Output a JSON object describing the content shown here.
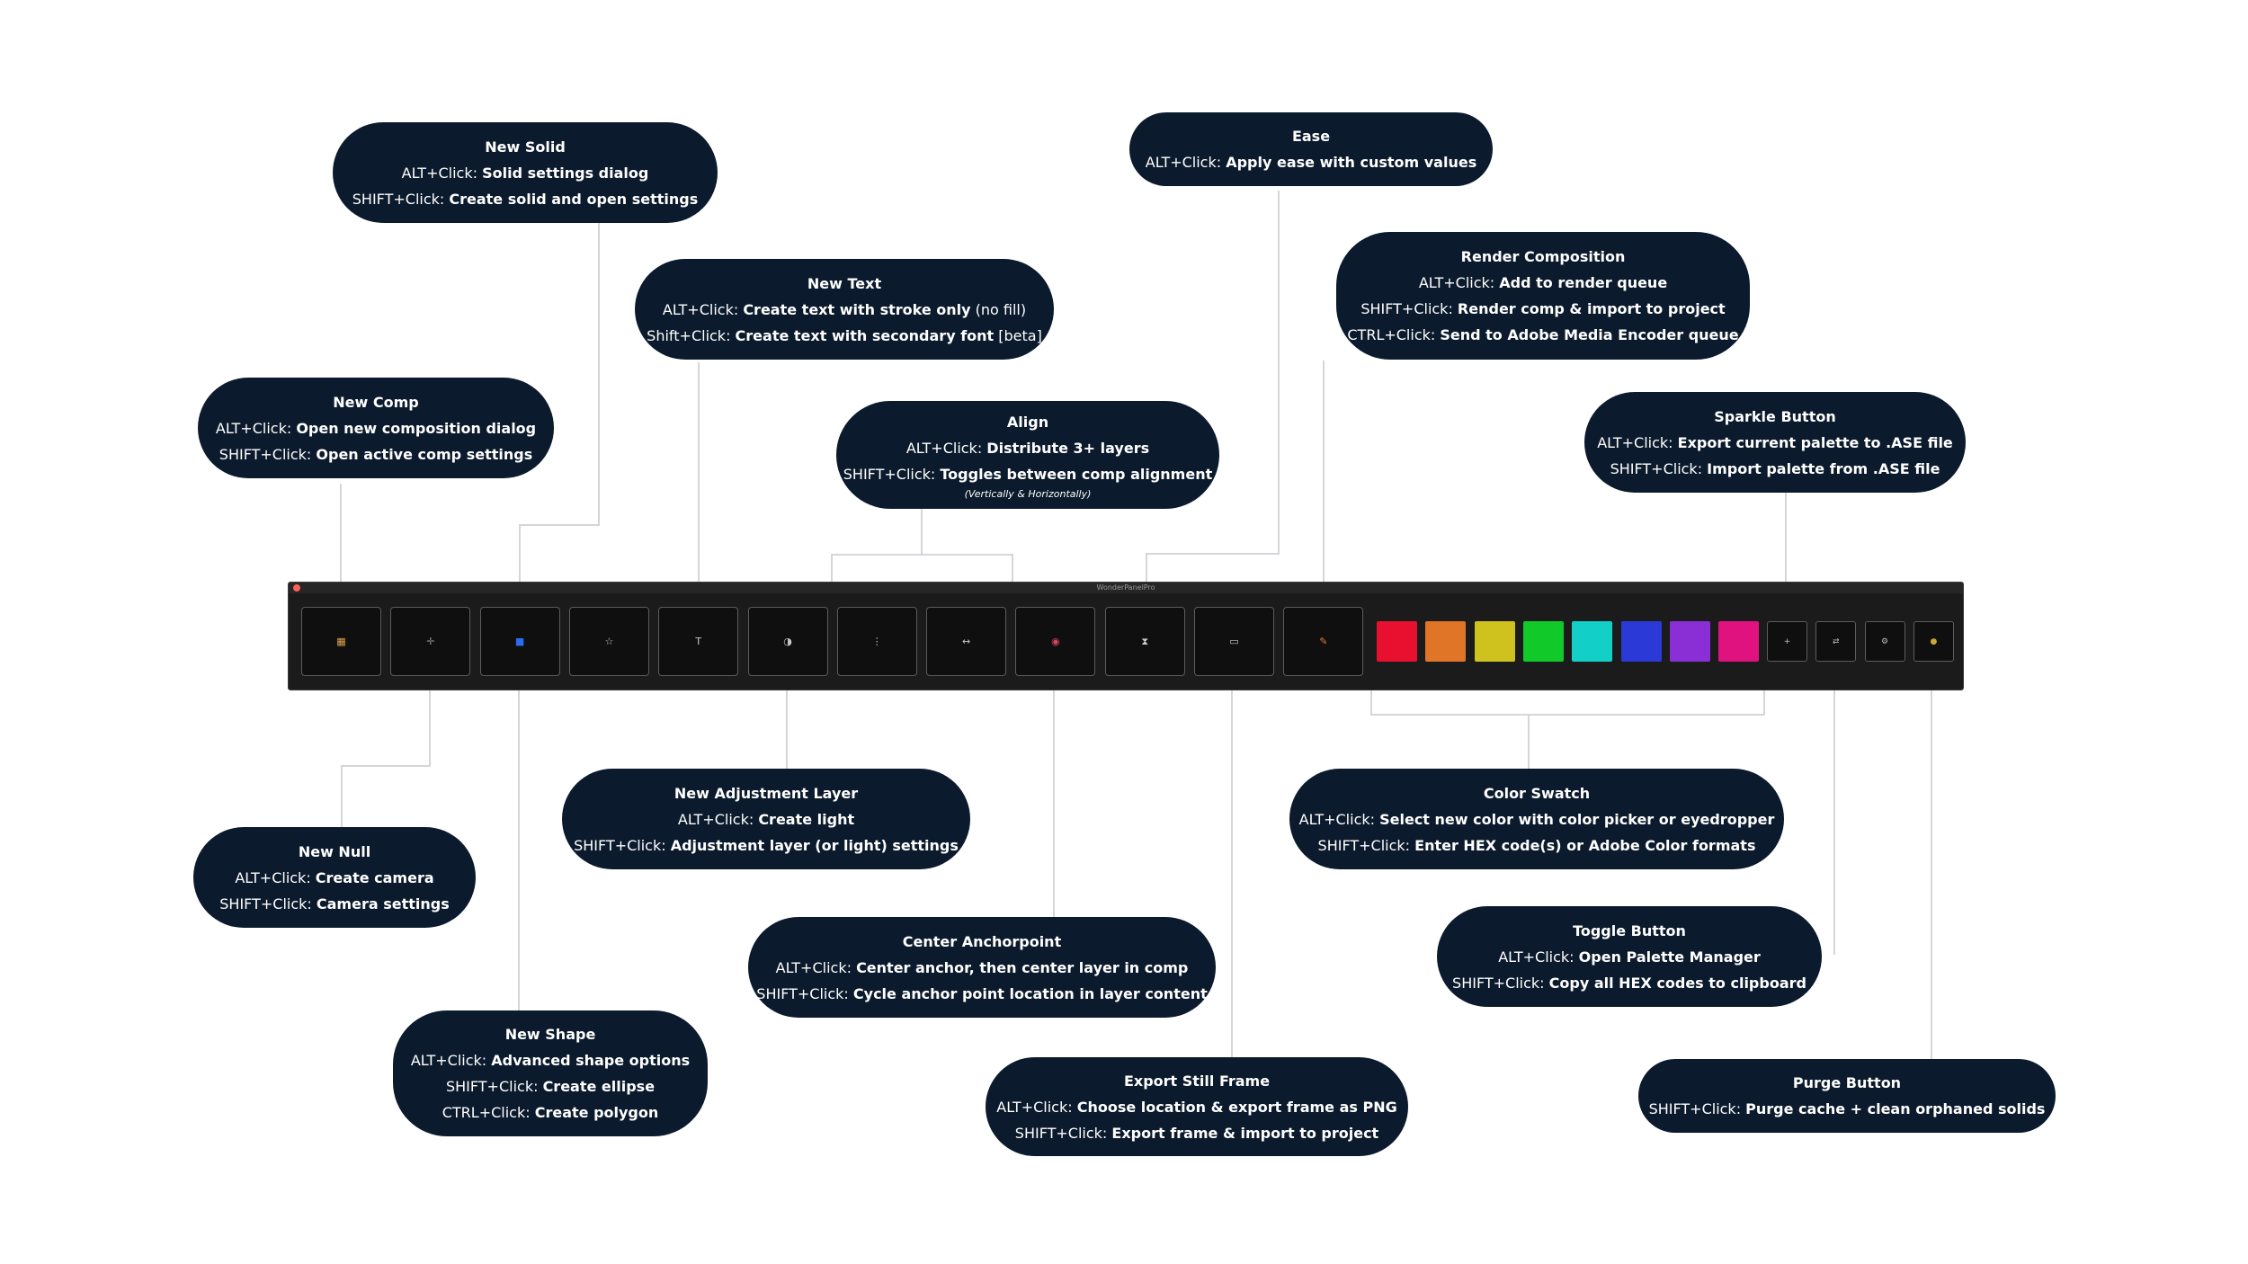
{
  "panel": {
    "title": "WonderPanelPro",
    "tools": [
      {
        "id": "new-comp",
        "icon": "comp-icon",
        "glyph": "▦",
        "color": "#e0a74a"
      },
      {
        "id": "new-null",
        "icon": "null-icon",
        "glyph": "✛",
        "color": "#8a8a8a"
      },
      {
        "id": "new-solid",
        "icon": "solid-icon",
        "glyph": "■",
        "color": "#2a6bf0"
      },
      {
        "id": "new-shape",
        "icon": "star-icon",
        "glyph": "☆",
        "color": "#c9c9c9"
      },
      {
        "id": "new-text",
        "icon": "text-icon",
        "glyph": "T",
        "color": "#c9c9c9"
      },
      {
        "id": "new-adjustment",
        "icon": "adjustment-icon",
        "glyph": "◑",
        "color": "#c9c9c9"
      },
      {
        "id": "align",
        "icon": "align-icon",
        "glyph": "⋮",
        "color": "#c9c9c9"
      },
      {
        "id": "ease",
        "icon": "ease-icon",
        "glyph": "↔",
        "color": "#c9c9c9"
      },
      {
        "id": "center-anchor",
        "icon": "anchor-icon",
        "glyph": "◉",
        "color": "#d6455a"
      },
      {
        "id": "render",
        "icon": "render-icon",
        "glyph": "⧗",
        "color": "#c9c9c9"
      },
      {
        "id": "export-still",
        "icon": "export-frame-icon",
        "glyph": "▭",
        "color": "#c9c9c9"
      },
      {
        "id": "sparkle",
        "icon": "sparkle-wand-icon",
        "glyph": "✎",
        "color": "#e07b39"
      }
    ],
    "swatches": [
      "#e8102e",
      "#e07427",
      "#cfc21e",
      "#12c92a",
      "#12cfc8",
      "#2b39d6",
      "#8a2fd6",
      "#e0127f"
    ],
    "small_buttons": [
      {
        "id": "toggle-left",
        "icon": "plus-icon",
        "glyph": "+"
      },
      {
        "id": "toggle",
        "icon": "toggle-icon",
        "glyph": "⇄"
      },
      {
        "id": "settings",
        "icon": "gear-icon",
        "glyph": "⚙"
      },
      {
        "id": "purge",
        "icon": "purge-icon",
        "glyph": "●"
      }
    ]
  },
  "callouts": {
    "new_solid": {
      "title": "New Solid",
      "lines": [
        {
          "prefix": "ALT+Click: ",
          "bold": "Solid settings dialog",
          "suffix": ""
        },
        {
          "prefix": "SHIFT+Click: ",
          "bold": "Create solid and open settings",
          "suffix": ""
        }
      ]
    },
    "ease": {
      "title": "Ease",
      "lines": [
        {
          "prefix": "ALT+Click: ",
          "bold": "Apply ease with custom values",
          "suffix": ""
        }
      ]
    },
    "new_text": {
      "title": "New Text",
      "lines": [
        {
          "prefix": "ALT+Click: ",
          "bold": "Create text with stroke only",
          "suffix": " (no fill)"
        },
        {
          "prefix": "Shift+Click: ",
          "bold": "Create text with secondary font",
          "suffix": " [beta]"
        }
      ]
    },
    "render": {
      "title": "Render Composition",
      "lines": [
        {
          "prefix": "ALT+Click: ",
          "bold": "Add to render queue",
          "suffix": ""
        },
        {
          "prefix": "SHIFT+Click: ",
          "bold": "Render comp & import to project",
          "suffix": ""
        },
        {
          "prefix": "CTRL+Click: ",
          "bold": "Send to Adobe Media Encoder queue",
          "suffix": ""
        }
      ]
    },
    "new_comp": {
      "title": "New Comp",
      "lines": [
        {
          "prefix": "ALT+Click:  ",
          "bold": "Open new composition dialog",
          "suffix": ""
        },
        {
          "prefix": "SHIFT+Click:  ",
          "bold": "Open active comp settings",
          "suffix": ""
        }
      ]
    },
    "align": {
      "title": "Align",
      "note": "(Vertically & Horizontally)",
      "lines": [
        {
          "prefix": "ALT+Click: ",
          "bold": "Distribute 3+ layers",
          "suffix": ""
        },
        {
          "prefix": "SHIFT+Click: ",
          "bold": "Toggles between comp alignment",
          "suffix": ""
        }
      ]
    },
    "sparkle": {
      "title": "Sparkle Button",
      "lines": [
        {
          "prefix": "ALT+Click: ",
          "bold": "Export current palette to .ASE file",
          "suffix": ""
        },
        {
          "prefix": "SHIFT+Click: ",
          "bold": "Import palette from .ASE file",
          "suffix": ""
        }
      ]
    },
    "new_adjustment": {
      "title": "New Adjustment Layer",
      "lines": [
        {
          "prefix": "ALT+Click: ",
          "bold": "Create light",
          "suffix": ""
        },
        {
          "prefix": "SHIFT+Click: ",
          "bold": "Adjustment layer (or light) settings",
          "suffix": ""
        }
      ]
    },
    "color_swatch": {
      "title": "Color Swatch",
      "lines": [
        {
          "prefix": "ALT+Click: ",
          "bold": "Select new color with color picker or eyedropper",
          "suffix": ""
        },
        {
          "prefix": "SHIFT+Click: ",
          "bold": "Enter HEX code(s) or Adobe Color formats",
          "suffix": ""
        }
      ]
    },
    "new_null": {
      "title": "New Null",
      "lines": [
        {
          "prefix": "ALT+Click: ",
          "bold": "Create camera",
          "suffix": ""
        },
        {
          "prefix": "SHIFT+Click: ",
          "bold": "Camera settings",
          "suffix": ""
        }
      ]
    },
    "toggle": {
      "title": "Toggle Button",
      "lines": [
        {
          "prefix": "ALT+Click: ",
          "bold": "Open Palette Manager",
          "suffix": ""
        },
        {
          "prefix": "SHIFT+Click: ",
          "bold": "Copy all HEX codes to clipboard",
          "suffix": ""
        }
      ]
    },
    "center_anchor": {
      "title": "Center Anchorpoint",
      "lines": [
        {
          "prefix": "ALT+Click: ",
          "bold": "Center anchor, then center layer in comp",
          "suffix": ""
        },
        {
          "prefix": "SHIFT+Click: ",
          "bold": "Cycle anchor point location in layer content",
          "suffix": ""
        }
      ]
    },
    "new_shape": {
      "title": "New Shape",
      "lines": [
        {
          "prefix": "ALT+Click: ",
          "bold": "Advanced shape options",
          "suffix": ""
        },
        {
          "prefix": "SHIFT+Click: ",
          "bold": "Create ellipse",
          "suffix": ""
        },
        {
          "prefix": "CTRL+Click: ",
          "bold": "Create polygon",
          "suffix": ""
        }
      ]
    },
    "export_still": {
      "title": "Export Still Frame",
      "lines": [
        {
          "prefix": "ALT+Click: ",
          "bold": "Choose location & export frame as PNG",
          "suffix": ""
        },
        {
          "prefix": "SHIFT+Click: ",
          "bold": "Export frame & import to project",
          "suffix": ""
        }
      ]
    },
    "purge": {
      "title": "Purge Button",
      "lines": [
        {
          "prefix": "SHIFT+Click: ",
          "bold": "Purge cache + clean orphaned solids",
          "suffix": ""
        }
      ]
    }
  }
}
